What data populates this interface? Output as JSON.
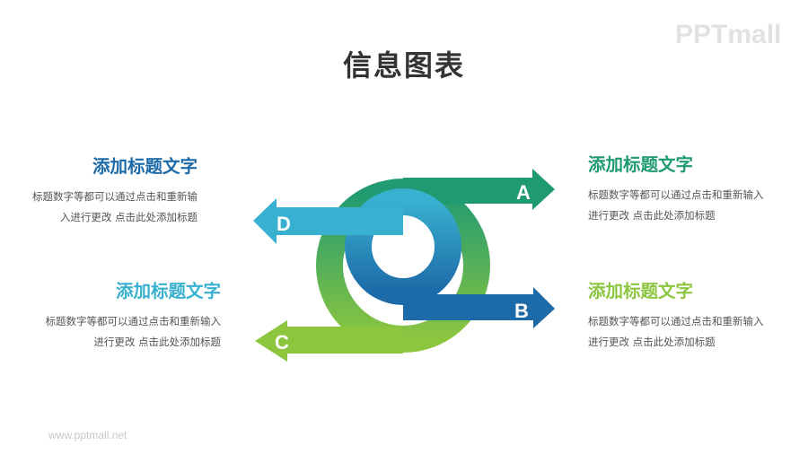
{
  "watermark": "PPTmall",
  "title": "信息图表",
  "footer": "www.pptmall.net",
  "colors": {
    "a": "#1f9a72",
    "b": "#1d6aa8",
    "c": "#8cc63f",
    "d": "#38b0cf"
  },
  "letters": {
    "a": "A",
    "b": "B",
    "c": "C",
    "d": "D"
  },
  "items": {
    "a": {
      "heading": "添加标题文字",
      "line1": "标题数字等都可以通过点击和重新输入",
      "line2": "进行更改 点击此处添加标题"
    },
    "b": {
      "heading": "添加标题文字",
      "line1": "标题数字等都可以通过点击和重新输入",
      "line2": "进行更改 点击此处添加标题"
    },
    "d": {
      "heading": "添加标题文字",
      "line1": "标题数字等都可以通过点击和重新输",
      "line2": "入进行更改 点击此处添加标题"
    },
    "c": {
      "heading": "添加标题文字",
      "line1": "标题数字等都可以通过点击和重新输入",
      "line2": "进行更改 点击此处添加标题"
    }
  }
}
